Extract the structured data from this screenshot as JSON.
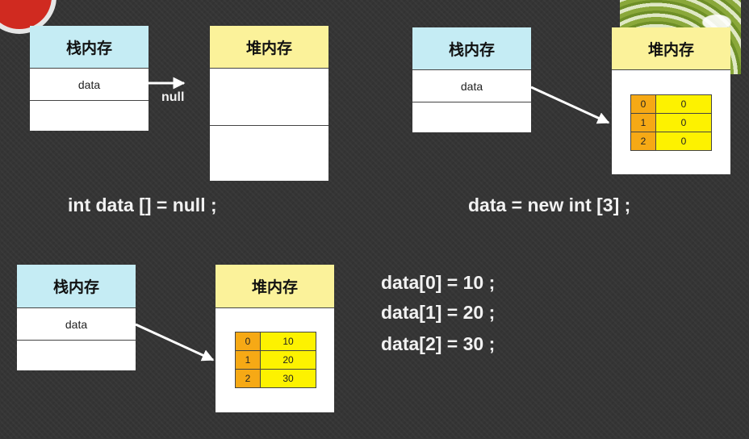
{
  "labels": {
    "stack": "栈内存",
    "heap": "堆内存",
    "variable": "data",
    "null": "null"
  },
  "panel1": {
    "code": "int data [] = null ;"
  },
  "panel2": {
    "code": "data = new int [3] ;",
    "cells": [
      {
        "index": "0",
        "value": "0"
      },
      {
        "index": "1",
        "value": "0"
      },
      {
        "index": "2",
        "value": "0"
      }
    ]
  },
  "panel3": {
    "cells": [
      {
        "index": "0",
        "value": "10"
      },
      {
        "index": "1",
        "value": "20"
      },
      {
        "index": "2",
        "value": "30"
      }
    ],
    "code": [
      "data[0] = 10 ;",
      "data[1] = 20 ;",
      "data[2] = 30 ;"
    ]
  },
  "colors": {
    "background": "#353535",
    "stack_header": "#c5ecf4",
    "heap_header": "#fbf29a",
    "index_cell": "#f6a915",
    "value_cell": "#fdf200"
  }
}
